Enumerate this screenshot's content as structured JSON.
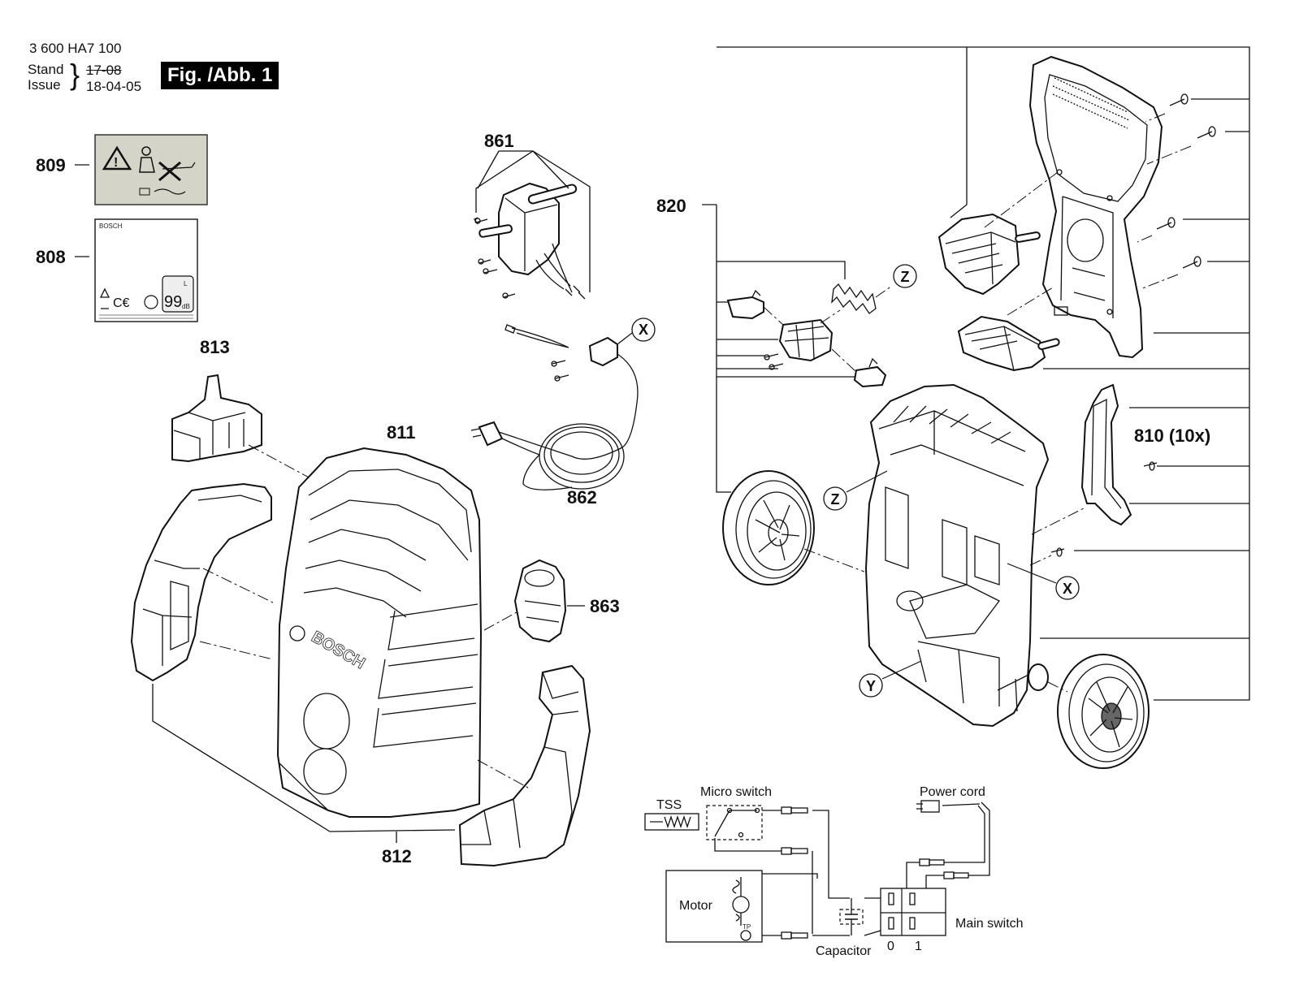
{
  "header": {
    "doc_number": "3 600 HA7 100",
    "stand_label": "Stand",
    "issue_label": "Issue",
    "stand_date_struck": "17-08",
    "issue_date": "18-04-05",
    "figure_label": "Fig. /Abb. 1"
  },
  "parts": {
    "p809": "809",
    "p808": "808",
    "p813": "813",
    "p811": "811",
    "p812": "812",
    "p861": "861",
    "p862": "862",
    "p863": "863",
    "p820": "820",
    "p810": "810 (10x)"
  },
  "callouts": {
    "x": "X",
    "y": "Y",
    "z": "Z"
  },
  "label_808": {
    "brand": "BOSCH",
    "noise_value": "99",
    "noise_unit": "dB",
    "noise_prefix": "L"
  },
  "housing": {
    "brand": "BOSCH"
  },
  "schematic": {
    "micro_switch": "Micro switch",
    "tss": "TSS",
    "power_cord": "Power cord",
    "motor": "Motor",
    "main_switch": "Main switch",
    "capacitor": "Capacitor",
    "tp": "TP",
    "pos_0": "0",
    "pos_1": "1"
  },
  "colors": {
    "ink": "#111111",
    "label_background": "#d4d4c8",
    "figure_badge": "#000000"
  }
}
